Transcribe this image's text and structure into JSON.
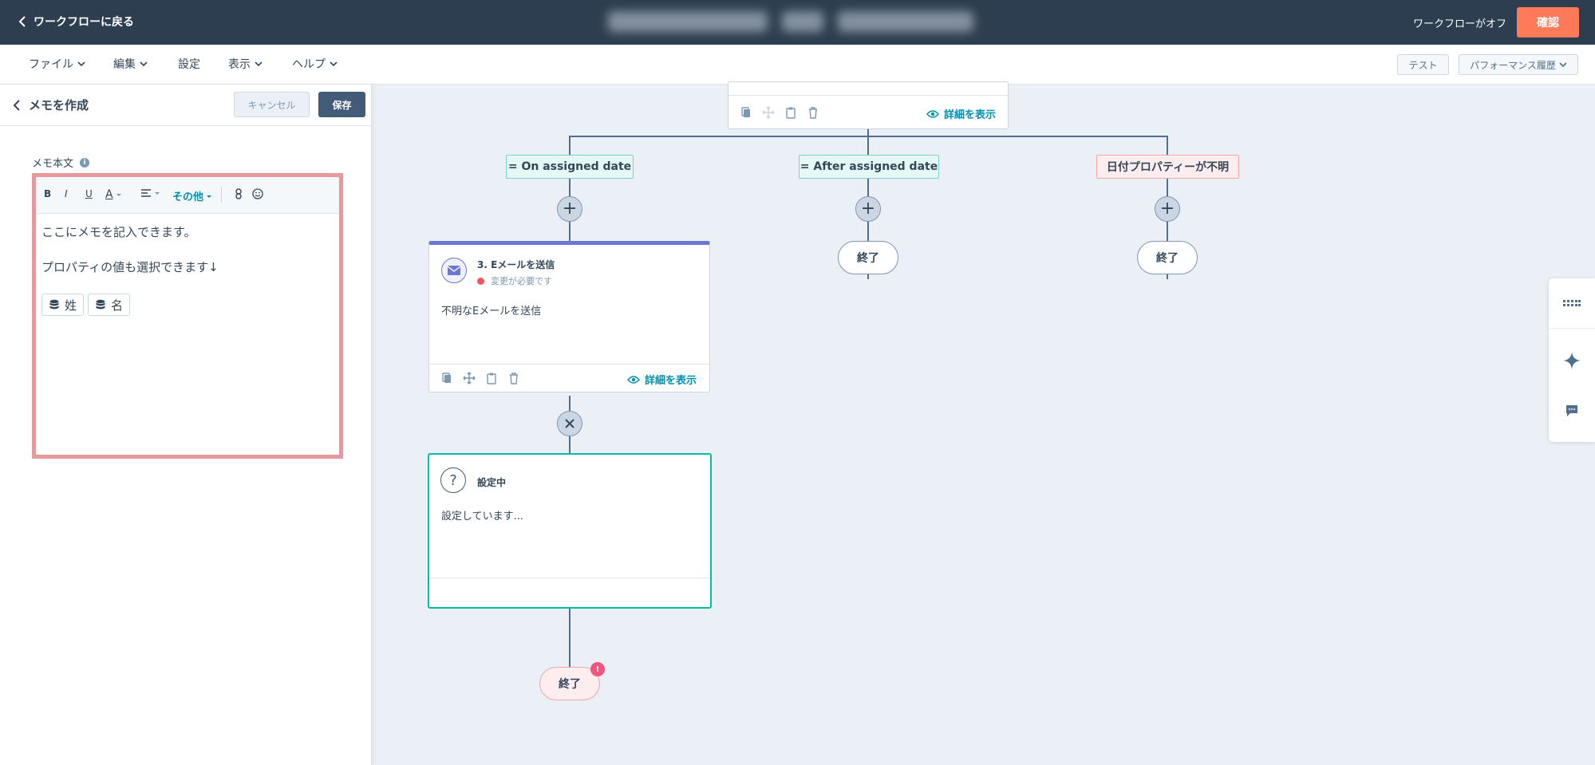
{
  "topbar": {
    "back_label": "ワークフローに戻る",
    "status": "ワークフローがオフ",
    "confirm_label": "確認"
  },
  "menubar": {
    "items": [
      "ファイル",
      "編集",
      "設定",
      "表示",
      "ヘルプ"
    ],
    "test_label": "テスト",
    "perf_label": "パフォーマンス履歴"
  },
  "panel": {
    "title": "メモを作成",
    "cancel_label": "キャンセル",
    "save_label": "保存",
    "field_label": "メモ本文",
    "toolbar": {
      "bold": "B",
      "italic": "I",
      "underline": "U",
      "color": "A",
      "more": "その他"
    },
    "body_line1": "ここにメモを記入できます。",
    "body_line2": "プロパティの値も選択できます↓",
    "tokens": [
      "姓",
      "名"
    ]
  },
  "canvas": {
    "top_card_view": "詳細を表示",
    "branches": [
      "= On assigned date",
      "= After assigned date",
      "日付プロパティーが不明"
    ],
    "end_label": "終了",
    "email_card": {
      "title": "3. Eメールを送信",
      "status": "変更が必要です",
      "body": "不明なEメールを送信",
      "view": "詳細を表示"
    },
    "setting_card": {
      "title": "設定中",
      "body": "設定しています..."
    },
    "end_badge": "!"
  },
  "colors": {
    "topbar": "#2d3e50",
    "accent": "#ff7a59",
    "link": "#0091ae",
    "canvas_bg": "#eaf0f6",
    "editor_highlight": "#e8999b",
    "email_card_top": "#6a78d1",
    "setting_card_border": "#00bda5"
  }
}
